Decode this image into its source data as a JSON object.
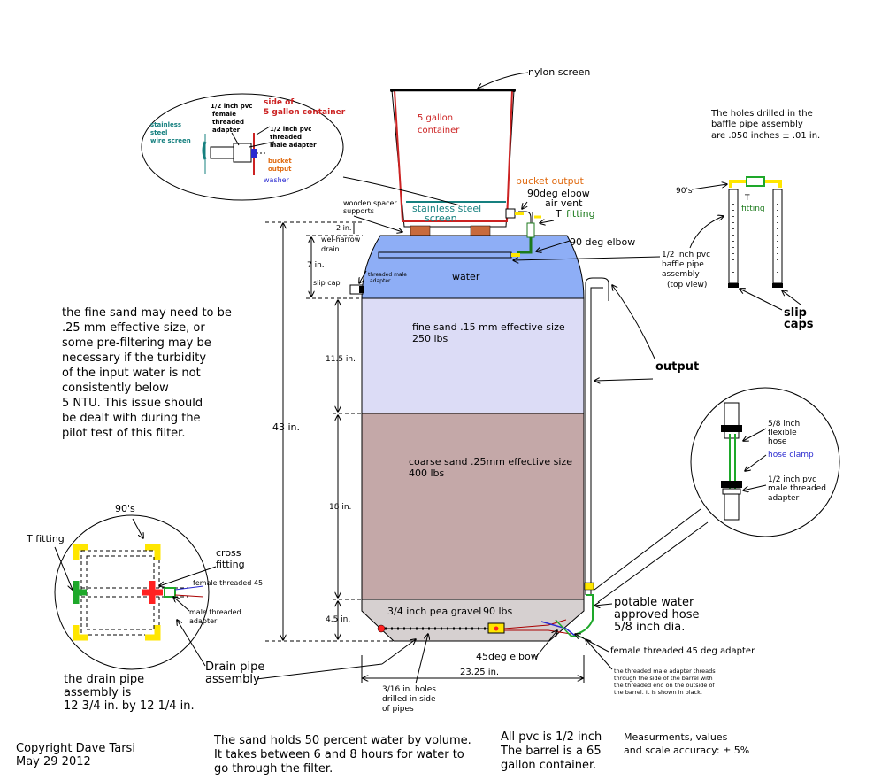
{
  "colors": {
    "water": "#8eaef6",
    "fine_sand": "#dcdcf6",
    "coarse_sand": "#c4a8a8",
    "pea_gravel": "#d6d0d0",
    "red_text": "#cc2222",
    "orange_text": "#e06a10",
    "teal_text": "#16807f",
    "green_text": "#1c7a1c",
    "blue_text": "#2a2ad0",
    "yellow_fitting": "#ffe600",
    "green_fitting": "#1ea82a",
    "red_fitting": "#ff2020",
    "wood": "#c86a3c"
  },
  "top": {
    "nylon_screen": "nylon screen",
    "container_line1": "5 gallon",
    "container_line2": "container",
    "bucket_output": "bucket output",
    "elbow_90": "90deg elbow",
    "air_vent_1": "air vent",
    "t_fitting_T": "T",
    "t_fitting_word": "fitting",
    "ss_screen_1": "stainless steel",
    "ss_screen_2": "screen",
    "spacer_1": "wooden spacer",
    "spacer_2": "supports",
    "elbow_90b": "90 deg elbow"
  },
  "detail_top": {
    "female_1": "1/2 inch pvc",
    "female_2": "female",
    "female_3": "threaded",
    "female_4": "adapter",
    "side_1": "side of",
    "side_2": "5 gallon container",
    "wire_1": "stainless",
    "wire_2": "steel",
    "wire_3": "wire screen",
    "male_1": "1/2 inch pvc",
    "male_2": "threaded",
    "male_3": "male adapter",
    "bucket_1": "bucket",
    "bucket_2": "output",
    "washer": "washer"
  },
  "barrel": {
    "water": "water",
    "fine_sand_1": "fine sand  .15 mm effective size",
    "fine_sand_2": "250 lbs",
    "coarse_1": "coarse sand  .25mm effective size",
    "coarse_2": "400 lbs",
    "gravel": "3/4 inch pea gravel",
    "gravel_lbs": "90 lbs",
    "wel_harrow_1": "wel-harrow",
    "wel_harrow_2": "drain",
    "slip_cap": "slip cap",
    "tma_1": "threaded male",
    "tma_2": "adapter"
  },
  "dimensions": {
    "d2": "2 in.",
    "d7": "7 in.",
    "d115": "11.5 in.",
    "d43": "43 in.",
    "d18": "18 in.",
    "d45": "4.5 in.",
    "width": "23.25 in."
  },
  "baffle": {
    "note_1": "The holes drilled in the",
    "note_2": "baffle pipe assembly",
    "note_3": "are .050 inches ± .01 in.",
    "nineties": "90's",
    "t_1": "T",
    "t_2": "fitting",
    "pvc_1": "1/2 inch pvc",
    "pvc_2": "baffle pipe",
    "pvc_3": "assembly",
    "pvc_4": "(top view)",
    "slip_1": "slip",
    "slip_2": "caps"
  },
  "output": {
    "label": "output"
  },
  "hose_detail": {
    "flex_1": "5/8 inch",
    "flex_2": "flexible",
    "flex_3": "hose",
    "clamp": "hose clamp",
    "male_1": "1/2 inch pvc",
    "male_2": "male threaded",
    "male_3": "adapter"
  },
  "hose_label": {
    "l1": "potable water",
    "l2": "approved hose",
    "l3": "5/8 inch dia."
  },
  "bottom_fittings": {
    "female45": "female threaded 45 deg adapter",
    "elbow45": "45deg elbow",
    "holes_1": "3/16 in. holes",
    "holes_2": "drilled in side",
    "holes_3": "of pipes",
    "threaded_1": "the threaded male adapter threads",
    "threaded_2": "through the side of the barrel with",
    "threaded_3": "the threaded end on the outside of",
    "threaded_4": "the barrel. It is shown in black."
  },
  "left_note": [
    "the fine sand may need to be",
    ".25 mm effective size, or",
    "some pre-filtering may be",
    "necessary if the turbidity",
    "of the input water is not",
    "consistently below",
    "5 NTU.  This issue should",
    "be  dealt with during the",
    "pilot test of this filter."
  ],
  "drain_detail": {
    "nineties": "90's",
    "t_fitting": "T fitting",
    "cross_1": "cross",
    "cross_2": "fitting",
    "female45": "female threaded 45",
    "male_1": "male threaded",
    "male_2": "adapter",
    "drain_1": "Drain pipe",
    "drain_2": "assembly",
    "size_1": "the drain pipe",
    "size_2": "assembly is",
    "size_3": "12 3/4 in. by 12 1/4 in."
  },
  "footer": {
    "copyright_1": "Copyright Dave Tarsi",
    "copyright_2": "May 29 2012",
    "sand_1": "The sand holds 50 percent water by volume.",
    "sand_2": "It takes between 6 and 8 hours for water to",
    "sand_3": "go through the filter.",
    "pvc_1": "All pvc is 1/2 inch",
    "pvc_2": "The barrel is a 65",
    "pvc_3": "gallon container.",
    "meas_1": "Measurments, values",
    "meas_2": "and scale accuracy: ± 5%"
  }
}
